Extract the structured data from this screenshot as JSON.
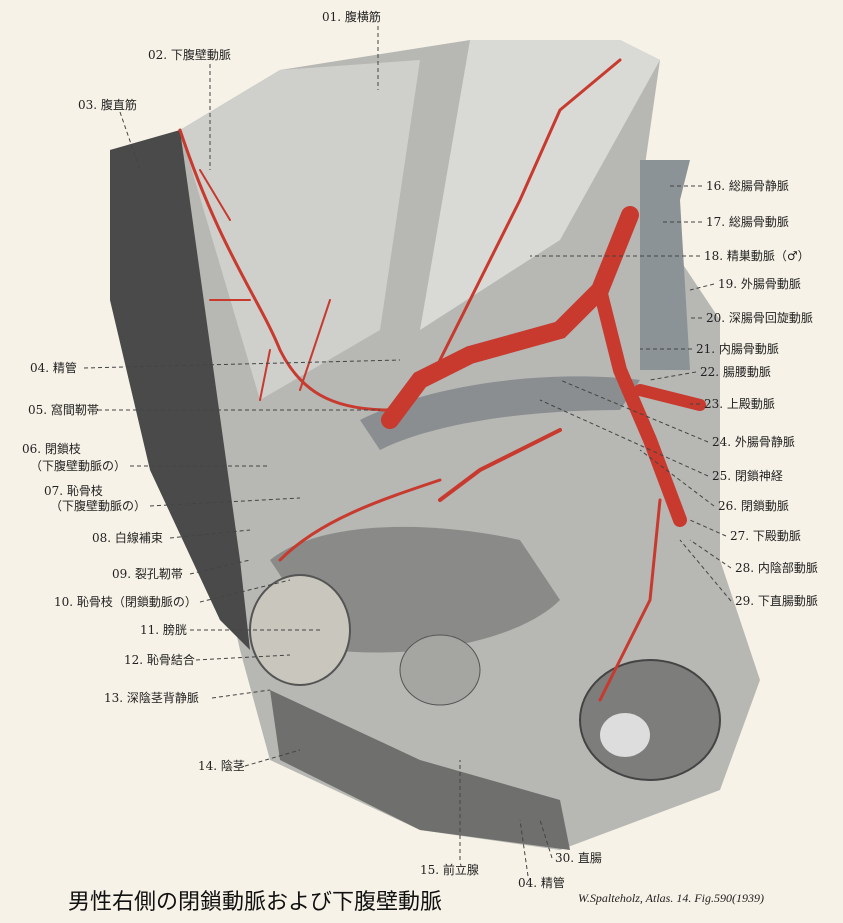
{
  "labels": {
    "l01": "01. 腹横筋",
    "l02": "02. 下腹壁動脈",
    "l03": "03. 腹直筋",
    "l04": "04. 精管",
    "l05": "05. 窩間靭帯",
    "l06a": "06. 閉鎖枝",
    "l06b": "（下腹壁動脈の）",
    "l07a": "07. 恥骨枝",
    "l07b": "（下腹壁動脈の）",
    "l08": "08. 白線補束",
    "l09": "09. 裂孔靭帯",
    "l10": "10. 恥骨枝（閉鎖動脈の）",
    "l11": "11. 膀胱",
    "l12": "12. 恥骨結合",
    "l13": "13. 深陰茎背静脈",
    "l14": "14. 陰茎",
    "l15": "15. 前立腺",
    "l16": "16. 総腸骨静脈",
    "l17": "17. 総腸骨動脈",
    "l18": "18. 精巣動脈（♂）",
    "l19": "19. 外腸骨動脈",
    "l20": "20. 深腸骨回旋動脈",
    "l21": "21. 内腸骨動脈",
    "l22": "22. 腸腰動脈",
    "l23": "23. 上殿動脈",
    "l24": "24. 外腸骨静脈",
    "l25": "25. 閉鎖神経",
    "l26": "26. 閉鎖動脈",
    "l27": "27. 下殿動脈",
    "l28": "28. 内陰部動脈",
    "l29": "29. 下直腸動脈",
    "l30": "30. 直腸",
    "l04b": "04. 精管"
  },
  "title": "男性右側の閉鎖動脈および下腹壁動脈",
  "credit": "W.Spalteholz, Atlas. 14. Fig.590(1939)",
  "colors": {
    "artery": "#c8392e",
    "tissue": "#9a9a98",
    "dark": "#3a3a3a",
    "background": "#f7f2e7"
  }
}
